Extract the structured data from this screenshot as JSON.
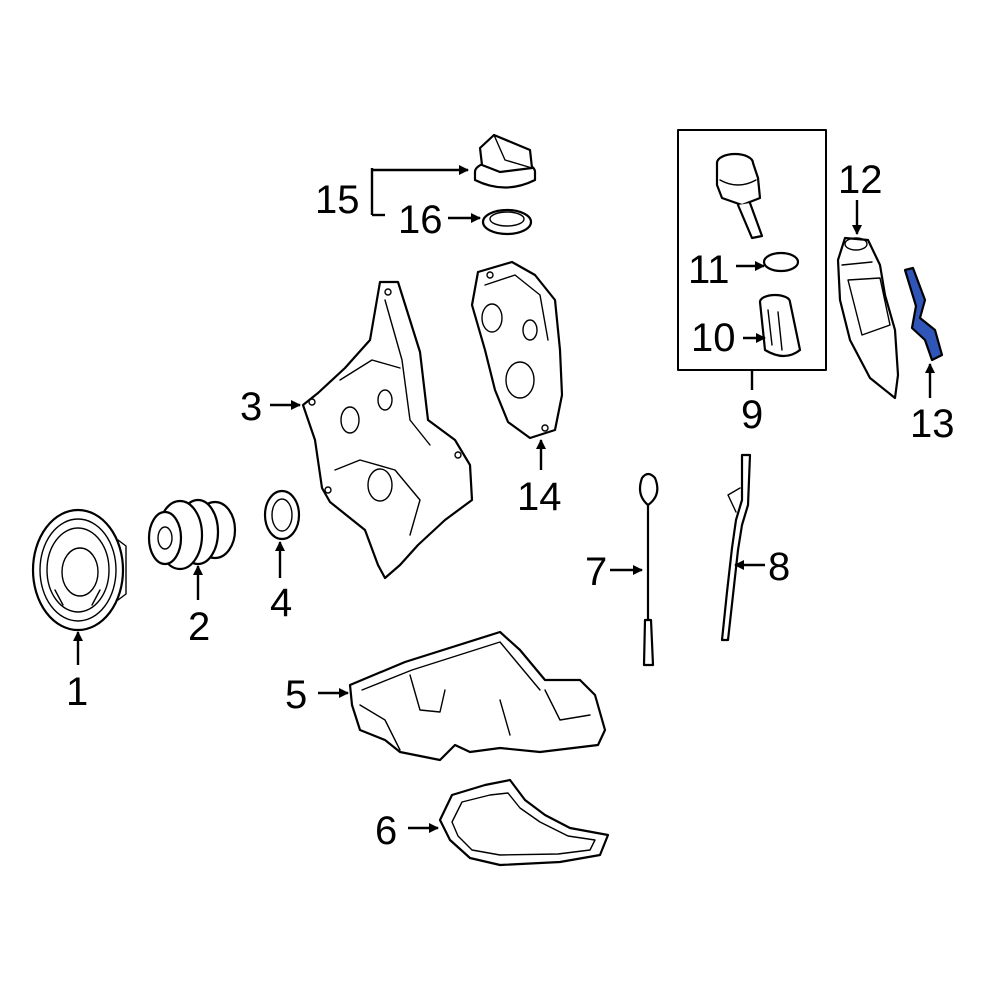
{
  "callouts": {
    "c1": "1",
    "c2": "2",
    "c3": "3",
    "c4": "4",
    "c5": "5",
    "c6": "6",
    "c7": "7",
    "c8": "8",
    "c9": "9",
    "c10": "10",
    "c11": "11",
    "c12": "12",
    "c13": "13",
    "c14": "14",
    "c15": "15",
    "c16": "16"
  },
  "colors": {
    "line": "#000000",
    "background": "#ffffff",
    "highlight_part": "#2f55b8"
  },
  "highlighted_part": "13"
}
